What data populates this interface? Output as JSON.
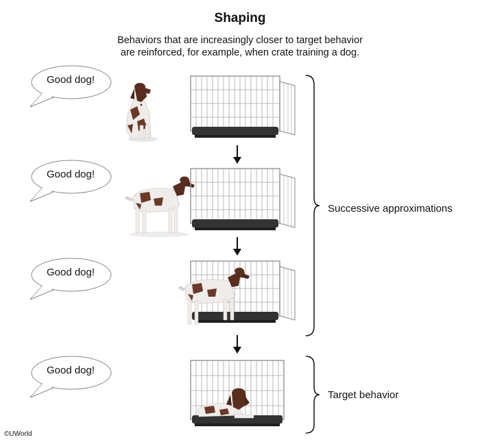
{
  "title": "Shaping",
  "subtitle": {
    "line1": "Behaviors that are increasingly closer to target behavior",
    "line2": "are reinforced, for example, when crate training a dog."
  },
  "steps": [
    {
      "bubble": "Good dog!",
      "dog": "dog-sitting-away-from-crate"
    },
    {
      "bubble": "Good dog!",
      "dog": "dog-standing-near-crate"
    },
    {
      "bubble": "Good dog!",
      "dog": "dog-stepping-into-crate"
    },
    {
      "bubble": "Good dog!",
      "dog": "dog-lying-inside-crate"
    }
  ],
  "braces": {
    "successive": "Successive approximations",
    "target": "Target behavior"
  },
  "copyright": "©UWorld",
  "colors": {
    "crate_wire": "#9a9a9a",
    "crate_tray": "#333333",
    "dog_brown": "#5a2e1f",
    "dog_white": "#f2f0ee"
  }
}
